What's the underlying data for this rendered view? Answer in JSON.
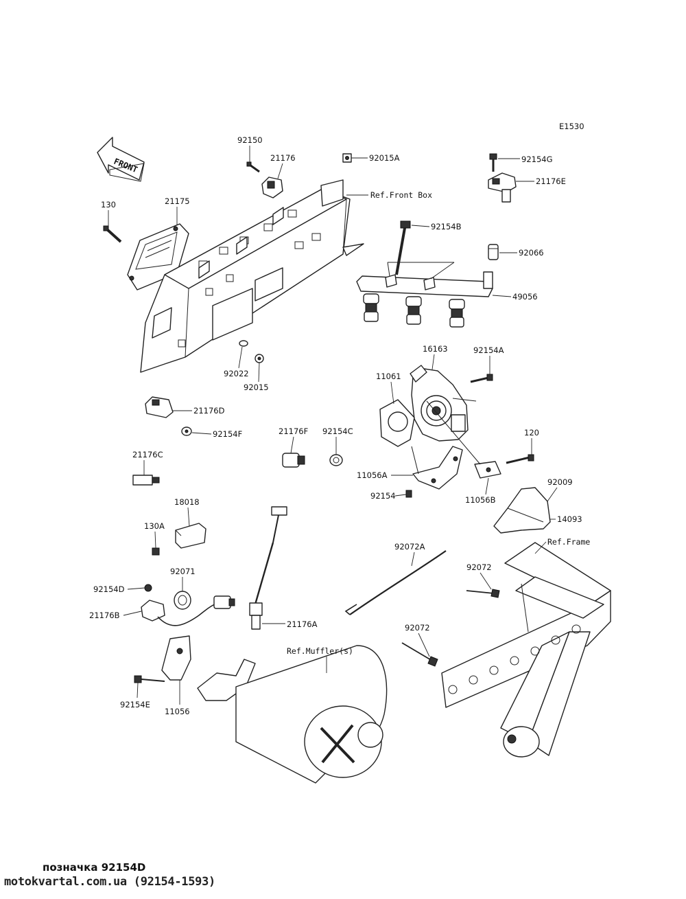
{
  "diagram_code": "E1530",
  "front_label": "FRONT",
  "labels": {
    "p130": "130",
    "p21175": "21175",
    "p92150": "92150",
    "p21176": "21176",
    "p92015A": "92015A",
    "refFrontBox": "Ref.Front Box",
    "p92154G": "92154G",
    "p21176E": "21176E",
    "p92154B": "92154B",
    "p92066": "92066",
    "p49056": "49056",
    "p92022": "92022",
    "p92015": "92015",
    "p16163": "16163",
    "p92154A": "92154A",
    "p11061": "11061",
    "p21176D": "21176D",
    "p92154F": "92154F",
    "p21176F": "21176F",
    "p92154C": "92154C",
    "p21176C": "21176C",
    "p120": "120",
    "p11056A": "11056A",
    "p92154": "92154",
    "p11056B": "11056B",
    "p92009": "92009",
    "p14093": "14093",
    "p18018": "18018",
    "p130A": "130A",
    "refFrame": "Ref.Frame",
    "p92072A": "92072A",
    "p92072a": "92072",
    "p92071": "92071",
    "p92154D": "92154D",
    "p21176B": "21176B",
    "p21176A": "21176A",
    "p92072b": "92072",
    "refMuffler": "Ref.Muffler(s)",
    "p92154E": "92154E",
    "p11056": "11056"
  },
  "footer": {
    "caption": "позначка 92154D",
    "source": "motokvartal.com.ua (92154-1593)"
  }
}
